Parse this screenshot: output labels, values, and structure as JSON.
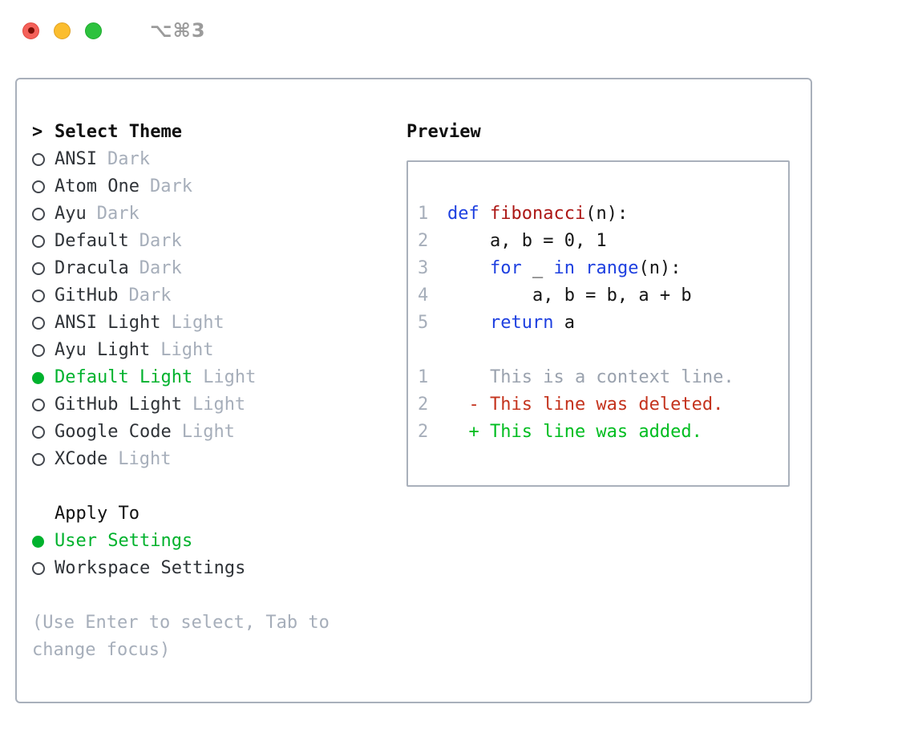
{
  "window": {
    "title": "⌥⌘3",
    "controls": [
      {
        "name": "close",
        "color": "#f4615a",
        "has_dot": true
      },
      {
        "name": "minimize",
        "color": "#fbbd2e",
        "has_dot": false
      },
      {
        "name": "zoom",
        "color": "#2dc23e",
        "has_dot": false
      }
    ]
  },
  "theme_selector": {
    "prompt": ">",
    "title": "Select Theme",
    "items": [
      {
        "name": "ANSI",
        "variant": "Dark",
        "selected": false
      },
      {
        "name": "Atom One",
        "variant": "Dark",
        "selected": false
      },
      {
        "name": "Ayu",
        "variant": "Dark",
        "selected": false
      },
      {
        "name": "Default",
        "variant": "Dark",
        "selected": false
      },
      {
        "name": "Dracula",
        "variant": "Dark",
        "selected": false
      },
      {
        "name": "GitHub",
        "variant": "Dark",
        "selected": false
      },
      {
        "name": "ANSI Light",
        "variant": "Light",
        "selected": false
      },
      {
        "name": "Ayu Light",
        "variant": "Light",
        "selected": false
      },
      {
        "name": "Default Light",
        "variant": "Light",
        "selected": true
      },
      {
        "name": "GitHub Light",
        "variant": "Light",
        "selected": false
      },
      {
        "name": "Google Code",
        "variant": "Light",
        "selected": false
      },
      {
        "name": "XCode",
        "variant": "Light",
        "selected": false
      }
    ],
    "apply_to": {
      "title": "Apply To",
      "options": [
        {
          "name": "User Settings",
          "selected": true
        },
        {
          "name": "Workspace Settings",
          "selected": false
        }
      ]
    },
    "hint": "(Use Enter to select, Tab to change focus)"
  },
  "preview": {
    "title": "Preview",
    "lines": [
      {
        "num": "1",
        "tokens": [
          {
            "text": "def",
            "style": "kw"
          },
          {
            "text": " ",
            "style": "plain"
          },
          {
            "text": "fibonacci",
            "style": "fn"
          },
          {
            "text": "(n):",
            "style": "plain"
          }
        ]
      },
      {
        "num": "2",
        "tokens": [
          {
            "text": "    a, b = 0, 1",
            "style": "plain"
          }
        ]
      },
      {
        "num": "3",
        "tokens": [
          {
            "text": "    ",
            "style": "plain"
          },
          {
            "text": "for",
            "style": "kw"
          },
          {
            "text": " _ ",
            "style": "plain"
          },
          {
            "text": "in",
            "style": "kw"
          },
          {
            "text": " ",
            "style": "plain"
          },
          {
            "text": "range",
            "style": "kw"
          },
          {
            "text": "(n):",
            "style": "plain"
          }
        ]
      },
      {
        "num": "4",
        "tokens": [
          {
            "text": "        a, b = b, a + b",
            "style": "plain"
          }
        ]
      },
      {
        "num": "5",
        "tokens": [
          {
            "text": "    ",
            "style": "plain"
          },
          {
            "text": "return",
            "style": "kw"
          },
          {
            "text": " a",
            "style": "plain"
          }
        ]
      },
      {
        "num": "",
        "tokens": []
      },
      {
        "num": "1",
        "tokens": [
          {
            "text": "    This is a context line.",
            "style": "ctx"
          }
        ]
      },
      {
        "num": "2",
        "tokens": [
          {
            "text": "  - This line was deleted.",
            "style": "del"
          }
        ]
      },
      {
        "num": "2",
        "tokens": [
          {
            "text": "  + This line was added.",
            "style": "add"
          }
        ]
      }
    ]
  },
  "colors": {
    "selected_green": "#00b22d",
    "added_green": "#00bd20",
    "deleted_red": "#c4331d",
    "keyword_blue": "#1e40e0",
    "function_red": "#ac1715",
    "muted_gray": "#a6aeba",
    "border_gray": "#a9b0bb"
  }
}
